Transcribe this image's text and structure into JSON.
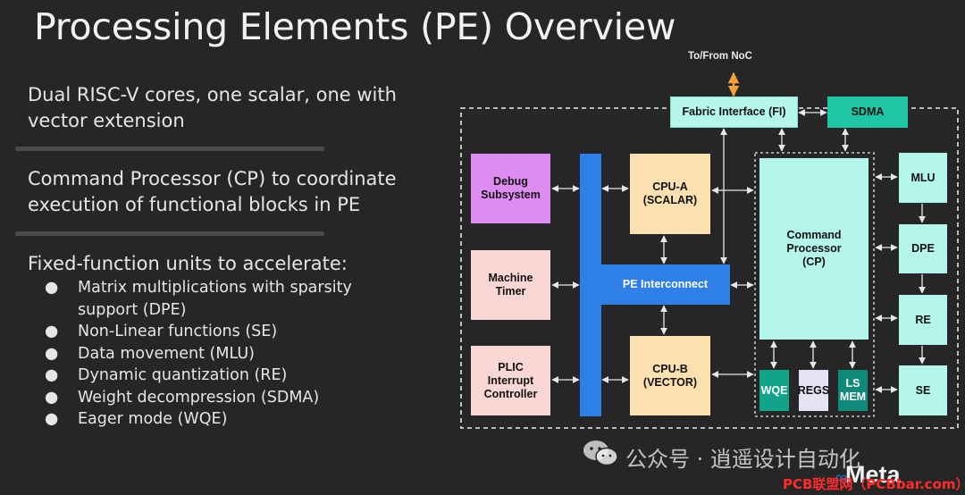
{
  "title": "Processing Elements (PE) Overview",
  "left": {
    "para1": "Dual RISC-V cores, one scalar, one with vector extension",
    "para2": "Command Processor (CP) to coordinate execution of functional blocks in PE",
    "para3": "Fixed-function units to accelerate:",
    "bullet_glyph": "●",
    "bullets": [
      "Matrix multiplications with sparsity support (DPE)",
      "Non-Linear functions (SE)",
      "Data movement (MLU)",
      "Dynamic quantization (RE)",
      "Weight decompression (SDMA)",
      "Eager mode (WQE)"
    ]
  },
  "diagram": {
    "noc_label": "To/From NoC",
    "blocks": {
      "fi": "Fabric Interface (FI)",
      "sdma": "SDMA",
      "debug": "Debug\nSubsystem",
      "timer": "Machine\nTimer",
      "plic": "PLIC\nInterrupt\nController",
      "cpu_a": "CPU-A\n(SCALAR)",
      "cpu_b": "CPU-B\n(VECTOR)",
      "interconnect": "PE Interconnect",
      "cp": "Command\nProcessor\n(CP)",
      "wqe": "WQE",
      "regs": "REGS",
      "lsmem": "LS\nMEM",
      "mlu": "MLU",
      "dpe": "DPE",
      "re": "RE",
      "se": "SE"
    },
    "colors": {
      "cyan": "#b4f5ec",
      "sdma": "#1ec6a4",
      "debug": "#dd8df2",
      "pink": "#fad6d5",
      "cpu": "#fce0b0",
      "interconnect": "#2f7fe8",
      "wqe": "#11a489",
      "regs": "#e4e2f5",
      "lsmem": "#0f8a78",
      "noc_arrow": "#f5a03a"
    }
  },
  "watermark": {
    "text": "公众号 · 逍遥设计自动化",
    "brand": "Meta",
    "source": "PCB联盟网（PCBbar.com）"
  }
}
